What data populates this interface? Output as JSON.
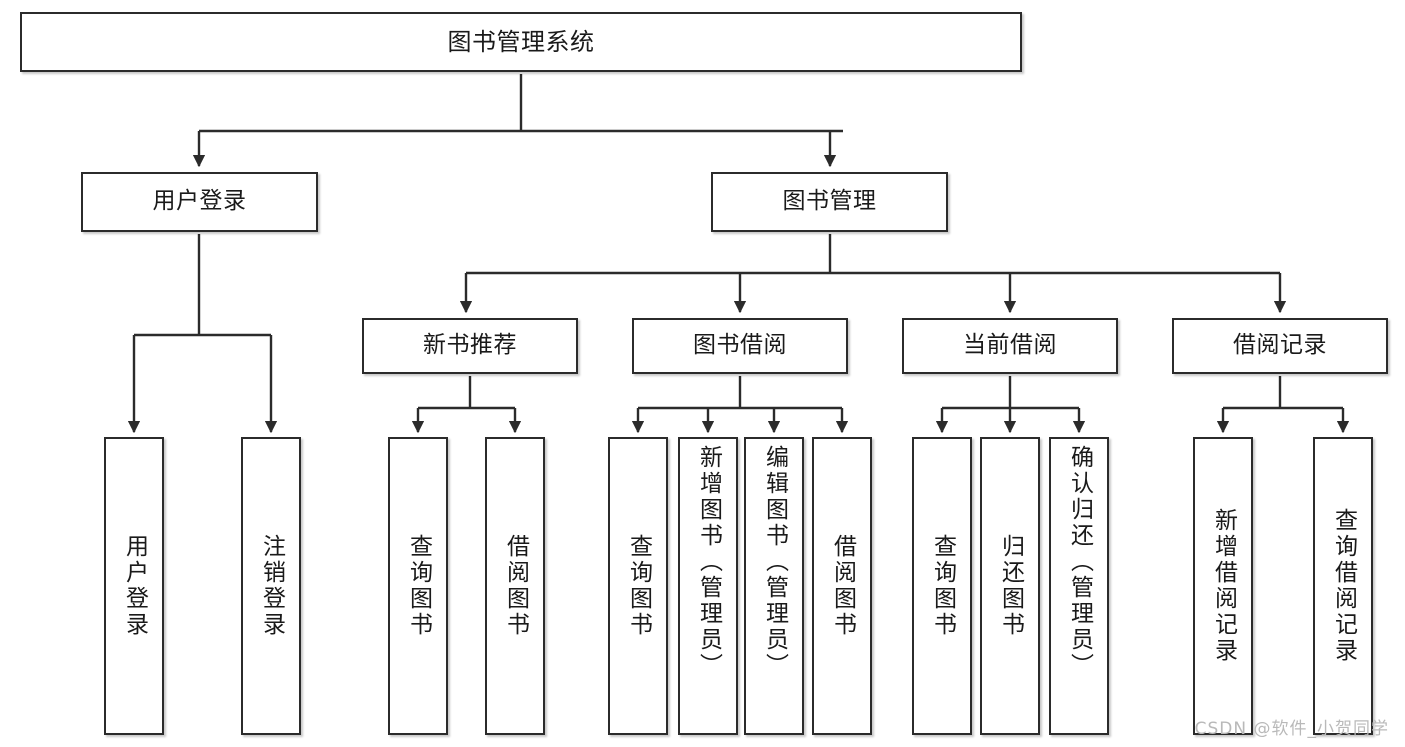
{
  "diagram": {
    "title": "图书管理系统",
    "type": "hierarchy-tree",
    "watermark": "CSDN @软件_小贺同学",
    "stroke_color": "#2b2b2b",
    "fill_color": "#ffffff",
    "text_color": "#1a1a1a"
  },
  "nodes": {
    "root": {
      "label": "图书管理系统"
    },
    "level2": [
      {
        "label": "用户登录"
      },
      {
        "label": "图书管理"
      }
    ],
    "level3": [
      {
        "label": "新书推荐"
      },
      {
        "label": "图书借阅"
      },
      {
        "label": "当前借阅"
      },
      {
        "label": "借阅记录"
      }
    ],
    "leaves": {
      "user_login": [
        {
          "label": "用户登录"
        },
        {
          "label": "注销登录"
        }
      ],
      "new_book": [
        {
          "label": "查询图书"
        },
        {
          "label": "借阅图书"
        }
      ],
      "book_borrow": [
        {
          "label": "查询图书"
        },
        {
          "label": "新增图书（管理员）"
        },
        {
          "label": "编辑图书（管理员）"
        },
        {
          "label": "借阅图书"
        }
      ],
      "current_borrow": [
        {
          "label": "查询图书"
        },
        {
          "label": "归还图书"
        },
        {
          "label": "确认归还（管理员）"
        }
      ],
      "borrow_record": [
        {
          "label": "新增借阅记录"
        },
        {
          "label": "查询借阅记录"
        }
      ]
    }
  }
}
